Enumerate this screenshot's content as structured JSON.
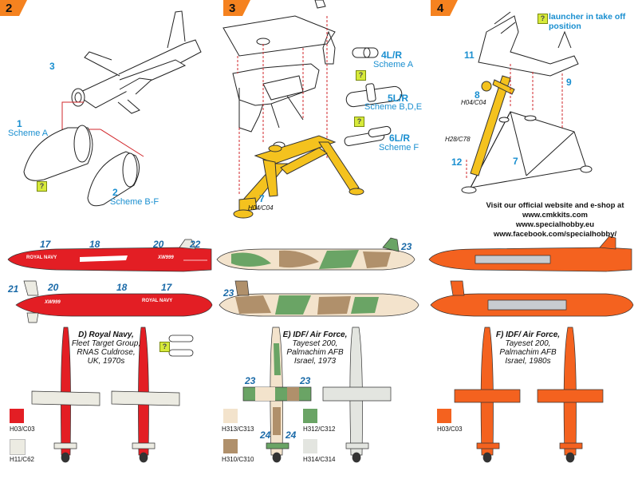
{
  "steps": [
    {
      "number": "2",
      "color": "#f5821f"
    },
    {
      "number": "3",
      "color": "#f5821f"
    },
    {
      "number": "4",
      "color": "#f5821f"
    }
  ],
  "step2": {
    "part_nose": "3",
    "part1": "1",
    "part1_label": "Scheme A",
    "part2": "2",
    "part2_label": "Scheme B-F"
  },
  "step3": {
    "part4": "4L/R",
    "part4_label": "Scheme A",
    "part5": "5L/R",
    "part5_label": "Scheme B,D,E",
    "part6": "6L/R",
    "part6_label": "Scheme F",
    "part7": "7",
    "part7_code": "H04/C04"
  },
  "step4": {
    "note": "launcher in take off position",
    "part8": "8",
    "part8_code": "H04/C04",
    "part9": "9",
    "part11": "11",
    "part12": "12",
    "part7": "7",
    "code_h28": "H28/C78"
  },
  "website": {
    "line1": "Visit our official website and e-shop at",
    "line2": "www.cmkkits.com",
    "line3": "www.specialhobby.eu",
    "line4": "www.facebook.com/specialhobby/"
  },
  "decals": {
    "d17a": "17",
    "d18a": "18",
    "d20a": "20",
    "d22": "22",
    "d21": "21",
    "d20b": "20",
    "d18b": "18",
    "d17b": "17",
    "d23a": "23",
    "d23b": "23",
    "d23c": "23",
    "d23d": "23",
    "d24a": "24",
    "d24b": "24",
    "royal_navy": "ROYAL NAVY",
    "serial": "XW999"
  },
  "schemes": {
    "D": "D) Royal Navy, Fleet Target Group, RNAS Culdrose, UK, 1970s",
    "D_lines": [
      "D) Royal Navy,",
      "Fleet Target Group,",
      "RNAS Culdrose,",
      "UK, 1970s"
    ],
    "E_lines": [
      "E) IDF/ Air Force,",
      "Tayeset 200,",
      "Palmachim AFB",
      "Israel, 1973"
    ],
    "F_lines": [
      "F) IDF/ Air Force,",
      "Tayeset 200,",
      "Palmachim AFB",
      "Israel, 1980s"
    ]
  },
  "colors": {
    "red": "#e31e24",
    "white": "#ecebe2",
    "sand": "#f3e3cc",
    "brown": "#b0906b",
    "green": "#6aa465",
    "lightgrey": "#e3e5e0",
    "orange": "#f4621f",
    "yellow": "#f4c21e"
  },
  "swatches": {
    "D": [
      {
        "code": "H03/C03",
        "color": "#e31e24"
      },
      {
        "code": "H11/C62",
        "color": "#ecebe2"
      }
    ],
    "E": [
      {
        "code": "H313/C313",
        "color": "#f3e3cc"
      },
      {
        "code": "H312/C312",
        "color": "#6aa465"
      },
      {
        "code": "H310/C310",
        "color": "#b0906b"
      },
      {
        "code": "H314/C314",
        "color": "#e3e5e0"
      }
    ],
    "F": [
      {
        "code": "H03/C03",
        "color": "#f4621f"
      }
    ]
  }
}
